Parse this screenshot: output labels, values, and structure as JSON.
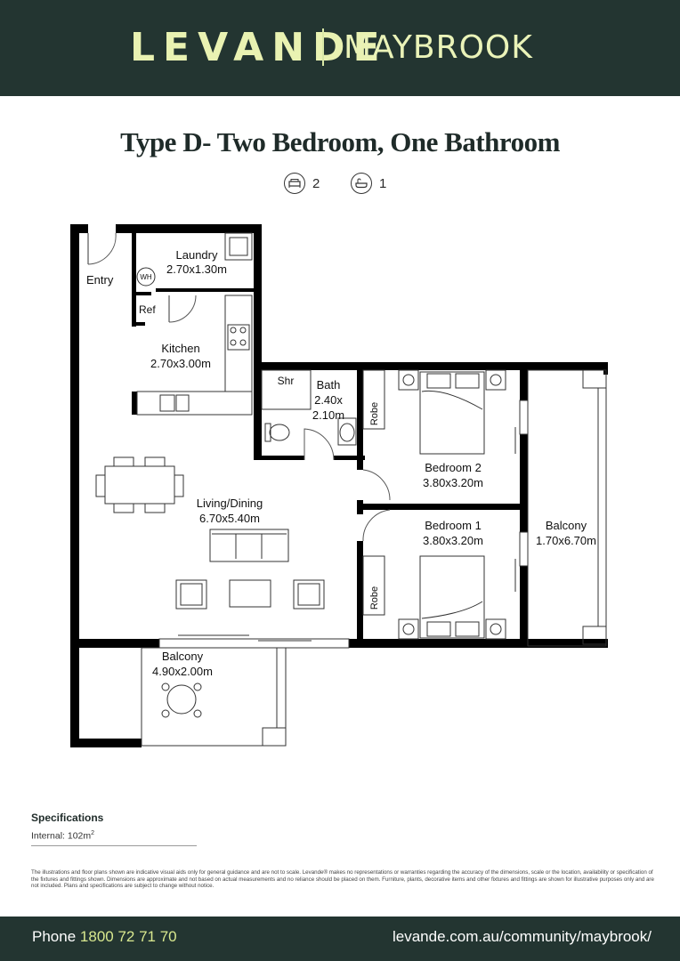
{
  "brand": {
    "name": "LEVANDE",
    "community": "MAYBROOK"
  },
  "title": "Type D- Two Bedroom, One Bathroom",
  "counts": {
    "bedrooms": "2",
    "bathrooms": "1",
    "bed_icon": "bed-icon",
    "bath_icon": "bath-icon"
  },
  "rooms": {
    "entry": "Entry",
    "laundry_name": "Laundry",
    "laundry_size": "2.70x1.30m",
    "wh": "WH",
    "ref": "Ref",
    "kitchen_name": "Kitchen",
    "kitchen_size": "2.70x3.00m",
    "shr": "Shr",
    "bath_name": "Bath",
    "bath_size_1": "2.40x",
    "bath_size_2": "2.10m",
    "robe1": "Robe",
    "robe2": "Robe",
    "bed2_name": "Bedroom 2",
    "bed2_size": "3.80x3.20m",
    "bed1_name": "Bedroom 1",
    "bed1_size": "3.80x3.20m",
    "living_name": "Living/Dining",
    "living_size": "6.70x5.40m",
    "balcony_side_name": "Balcony",
    "balcony_side_size": "1.70x6.70m",
    "balcony_front_name": "Balcony",
    "balcony_front_size": "4.90x2.00m"
  },
  "specs": {
    "heading": "Specifications",
    "internal_label": "Internal: 102m",
    "internal_sup": "2"
  },
  "disclaimer": "The illustrations and floor plans shown are indicative visual aids only for general guidance and are not to scale. Levande® makes no representations or warranties regarding the accuracy of the dimensions, scale or the location, availability or specification of the fixtures and fittings shown. Dimensions are approximate and not based on actual measurements and no reliance should be placed on them. Furniture, plants, decorative items and other fixtures and fittings are shown for illustrative purposes only and are not included. Plans and specifications are subject to change without notice.",
  "footer": {
    "phone_label": "Phone",
    "phone_number": "1800 72 71 70",
    "url": "levande.com.au/community/maybrook/"
  },
  "colors": {
    "brand_dark": "#233531",
    "brand_accent": "#e9f2b2",
    "phone_accent": "#d8e88f"
  }
}
